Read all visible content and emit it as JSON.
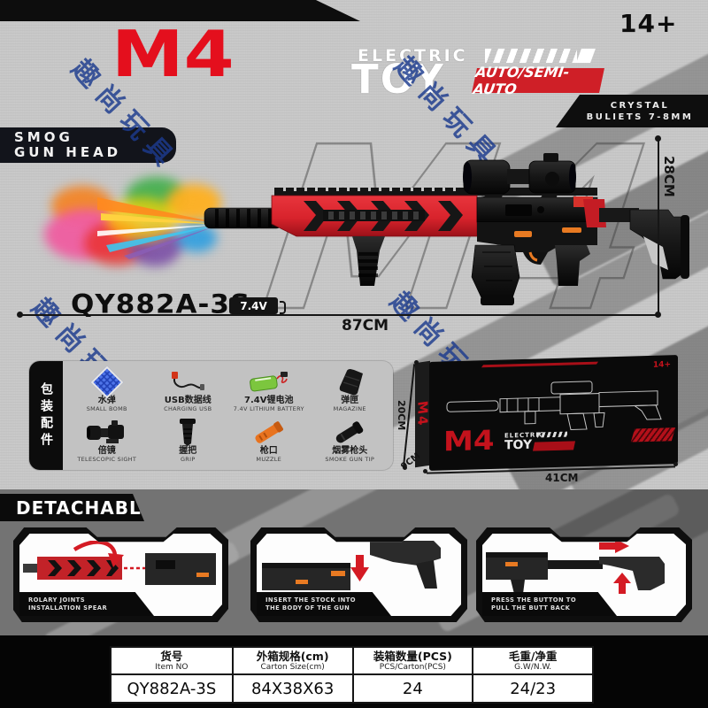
{
  "colors": {
    "accent_red": "#e40f1d",
    "badge_red": "#cf1f27",
    "watermark_blue": "#1c3b8e",
    "orange_accent": "#e87a22"
  },
  "watermark": {
    "text": "趣尚玩具"
  },
  "header": {
    "age_rating": "14+",
    "logo": "M4",
    "electric": "ELECTRIC",
    "toy": "TOY",
    "auto": "AUTO/SEMI-AUTO",
    "crystal_line1": "CRYSTAL",
    "crystal_line2": "BULIETS 7-8MM",
    "smog_line1": "SMOG",
    "smog_line2": "GUN HEAD"
  },
  "product": {
    "model": "QY882A-3S",
    "battery": "7.4V",
    "length": "87CM",
    "height": "28CM"
  },
  "package": {
    "tab": "包装配件",
    "items": [
      {
        "cn": "水弹",
        "en": "SMALL BOMB"
      },
      {
        "cn": "USB数据线",
        "en": "CHARGING USB"
      },
      {
        "cn": "7.4V锂电池",
        "en": "7.4V LITHIUM BATTERY"
      },
      {
        "cn": "弹匣",
        "en": "MAGAZINE"
      },
      {
        "cn": "倍镜",
        "en": "TELESCOPIC SIGHT"
      },
      {
        "cn": "握把",
        "en": "GRIP"
      },
      {
        "cn": "枪口",
        "en": "MUZZLE"
      },
      {
        "cn": "烟雾枪头",
        "en": "SMOKE GUN TIP"
      }
    ]
  },
  "box": {
    "logo": "M4",
    "side_logo": "M4",
    "electric": "ELECTRIC",
    "toy": "TOY",
    "age": "14+",
    "width": "41CM",
    "height": "20CM",
    "depth": "9CM"
  },
  "detachable": {
    "title": "DETACHABLE",
    "panels": [
      {
        "line1": "ROLARY JOINTS",
        "line2": "INSTALLATION SPEAR"
      },
      {
        "line1": "INSERT THE STOCK INTO",
        "line2": "THE BODY OF THE GUN"
      },
      {
        "line1": "PRESS THE BUTTON TO",
        "line2": "PULL THE BUTT BACK"
      }
    ]
  },
  "table": {
    "headers": [
      {
        "cn": "货号",
        "en": "Item NO"
      },
      {
        "cn": "外箱规格(cm)",
        "en": "Carton Size(cm)"
      },
      {
        "cn": "装箱数量(PCS)",
        "en": "PCS/Carton(PCS)"
      },
      {
        "cn": "毛重/净重",
        "en": "G.W/N.W."
      }
    ],
    "values": [
      "QY882A-3S",
      "84X38X63",
      "24",
      "24/23"
    ]
  }
}
